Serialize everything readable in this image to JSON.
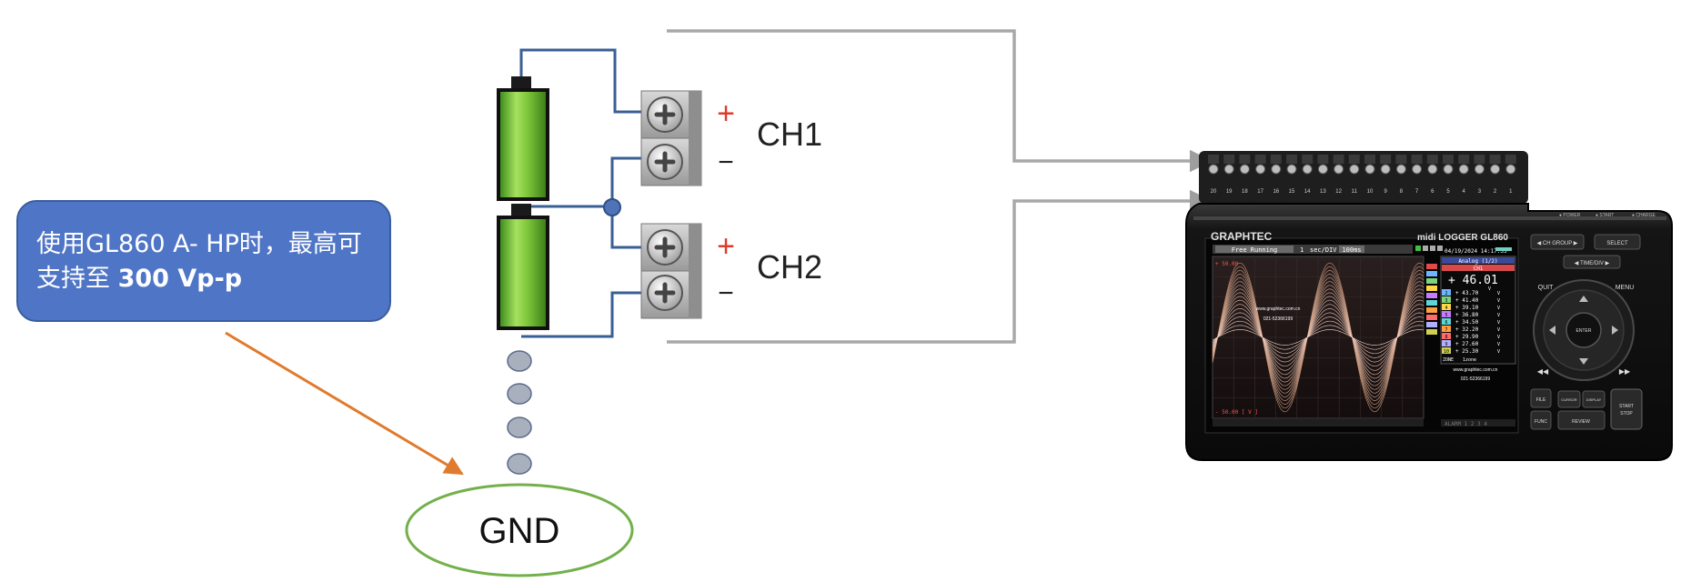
{
  "callout": {
    "line1": "使用GL860 A- HP时，最高可",
    "line2_prefix": "支持至 ",
    "line2_bold": "300 Vp-p"
  },
  "channels": [
    {
      "name": "CH1",
      "plus": "+",
      "minus": "−"
    },
    {
      "name": "CH2",
      "plus": "+",
      "minus": "−"
    }
  ],
  "gnd_label": "GND",
  "device": {
    "brand": "GRAPHTEC",
    "model": "midi LOGGER GL860",
    "status": "Free Running",
    "timebase_num": "1",
    "timebase_unit": "sec/DIV",
    "sample": "100ms",
    "datetime": "04/19/2024 14:17:35",
    "y_top": "+ 50.00",
    "y_bottom": "- 50.00 [ V    ]",
    "watermark_url": "www.graphtec.com.cn",
    "watermark_phone": "021-52366199",
    "panel_title": "Analog (1/2)",
    "panel_ch": "CH1",
    "big_value": "+ 46.01",
    "big_unit": "V",
    "readings": [
      {
        "ch": "2",
        "val": "+ 43.70",
        "unit": "V",
        "color": "#6fb4ff"
      },
      {
        "ch": "3",
        "val": "+ 41.40",
        "unit": "V",
        "color": "#7cd37c"
      },
      {
        "ch": "4",
        "val": "+ 39.10",
        "unit": "V",
        "color": "#ffd84a"
      },
      {
        "ch": "5",
        "val": "+ 36.80",
        "unit": "V",
        "color": "#c57cff"
      },
      {
        "ch": "6",
        "val": "+ 34.50",
        "unit": "V",
        "color": "#5fd6d6"
      },
      {
        "ch": "7",
        "val": "+ 32.20",
        "unit": "V",
        "color": "#ffa040"
      },
      {
        "ch": "8",
        "val": "+ 29.90",
        "unit": "V",
        "color": "#ff6a6a"
      },
      {
        "ch": "9",
        "val": "+ 27.60",
        "unit": "V",
        "color": "#b0b0ff"
      },
      {
        "ch": "10",
        "val": "+ 25.30",
        "unit": "V",
        "color": "#d0d050"
      }
    ],
    "zone_label": "ZONE",
    "zone_value": "1zone",
    "alarm_label": "ALARM  1  2  3  4",
    "terminals": [
      "20",
      "19",
      "18",
      "17",
      "16",
      "15",
      "14",
      "13",
      "12",
      "11",
      "10",
      "9",
      "8",
      "7",
      "6",
      "5",
      "4",
      "3",
      "2",
      "1"
    ],
    "leds": [
      "● POWER",
      "● START",
      "● CHARGE"
    ],
    "buttons": {
      "ch_group": "◀ CH GROUP ▶",
      "select": "SELECT",
      "time_div": "◀ TIME/DIV ▶",
      "quit": "QUIT",
      "menu": "MENU",
      "enter": "ENTER",
      "rewind": "◀◀",
      "fast_forward": "▶▶",
      "file": "FILE",
      "cursor": "CURSOR",
      "display": "DISPLAY",
      "func": "FUNC",
      "review": "REVIEW",
      "start_stop_1": "START",
      "start_stop_2": "STOP"
    }
  }
}
